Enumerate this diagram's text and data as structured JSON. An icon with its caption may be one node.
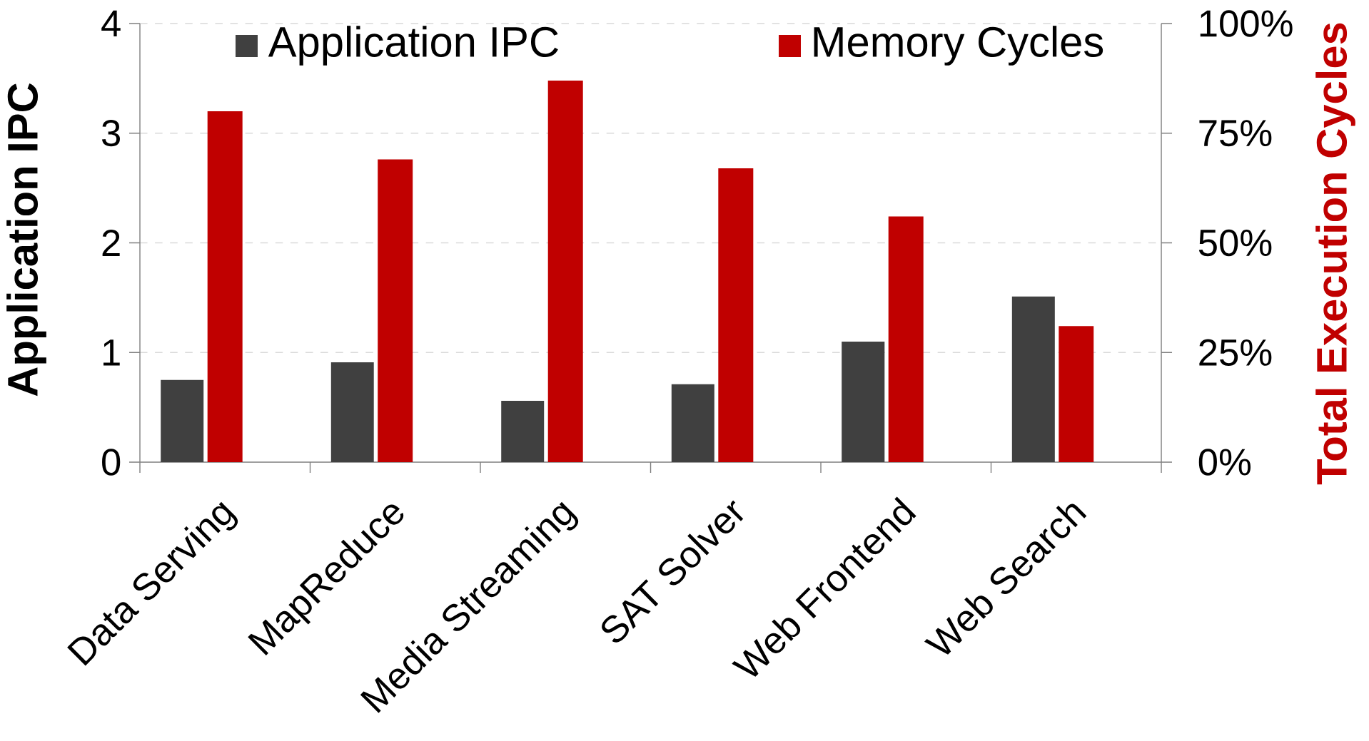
{
  "diagram": {
    "chart_data": {
      "type": "bar",
      "ylabel": "Application IPC",
      "y2label": "Total Execution Cycles",
      "categories": [
        "Data Serving",
        "MapReduce",
        "Media Streaming",
        "SAT Solver",
        "Web Frontend",
        "Web Search"
      ],
      "series": [
        {
          "name": "Application IPC",
          "color": "#404040",
          "values": [
            0.75,
            0.91,
            0.56,
            0.71,
            1.1,
            1.51
          ]
        },
        {
          "name": "Memory Cycles",
          "color": "#c00000",
          "axis": "y2",
          "values": [
            80,
            69,
            87,
            67,
            56,
            31
          ]
        }
      ],
      "grid": "y",
      "legend": "top",
      "ylim": [
        0,
        4
      ],
      "yticks": [
        0,
        1,
        2,
        3,
        4
      ],
      "y2lim": [
        0,
        100
      ],
      "y2ticks": [
        {
          "value": 0,
          "label": "0%"
        },
        {
          "value": 25,
          "label": "25%"
        },
        {
          "value": 50,
          "label": "50%"
        },
        {
          "value": 75,
          "label": "75%"
        },
        {
          "value": 100,
          "label": "100%"
        }
      ]
    }
  }
}
